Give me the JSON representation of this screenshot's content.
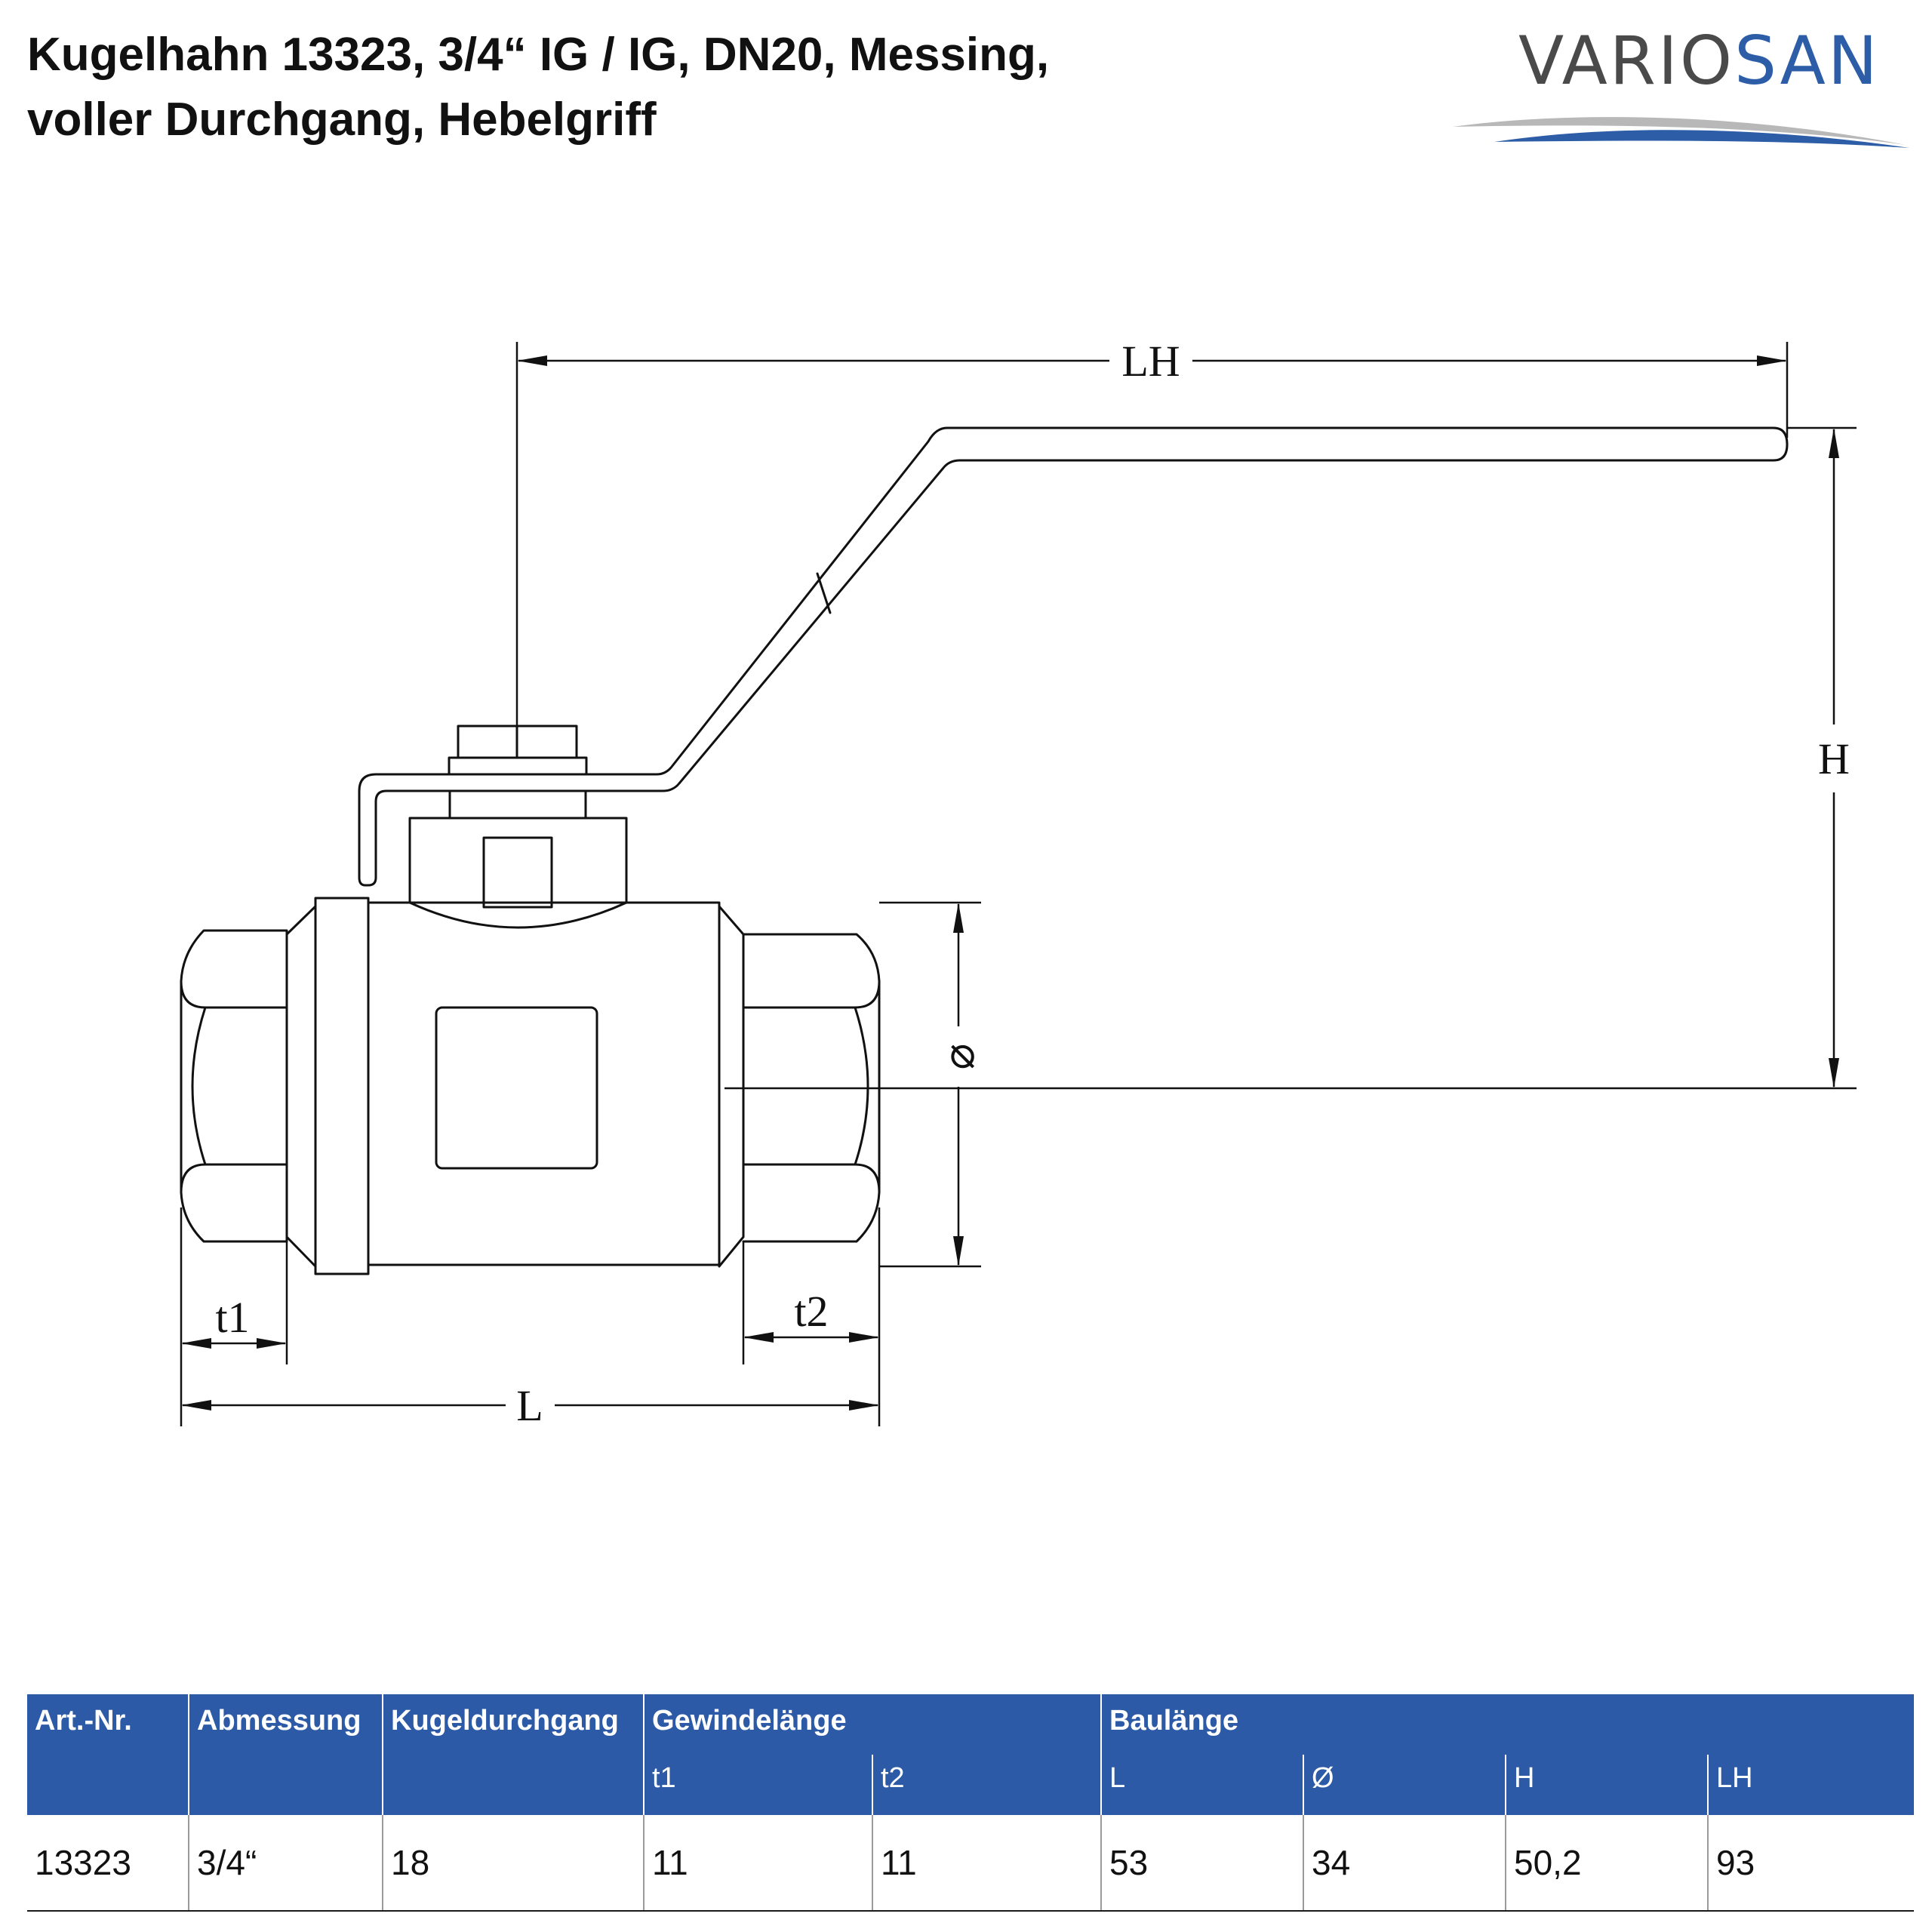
{
  "title": {
    "line1": "Kugelhahn 13323, 3/4“ IG / IG, DN20, Messing,",
    "line2": "voller Durchgang, Hebelgriff"
  },
  "logo": {
    "text_part1": "VARIO",
    "text_part2": "SAN",
    "colors": {
      "grey": "#4a4a4a",
      "blue": "#2c5da6"
    }
  },
  "drawing": {
    "labels": {
      "lh": "LH",
      "h": "H",
      "diameter": "⌀",
      "t1": "t1",
      "t2": "t2",
      "l": "L"
    }
  },
  "table": {
    "header_color": "#2c5aa6",
    "headers": {
      "art_nr": "Art.-Nr.",
      "abmessung": "Abmessung",
      "kugeldurchgang": "Kugeldurchgang",
      "gewindelaenge": "Gewindelänge",
      "baulaenge": "Baulänge"
    },
    "subheaders": {
      "t1": "t1",
      "t2": "t2",
      "l": "L",
      "d": "Ø",
      "h": "H",
      "lh": "LH"
    },
    "row": {
      "art_nr": "13323",
      "abmessung": "3/4“",
      "kugeldurchgang": "18",
      "t1": "11",
      "t2": "11",
      "l": "53",
      "d": "34",
      "h": "50,2",
      "lh": "93"
    }
  }
}
